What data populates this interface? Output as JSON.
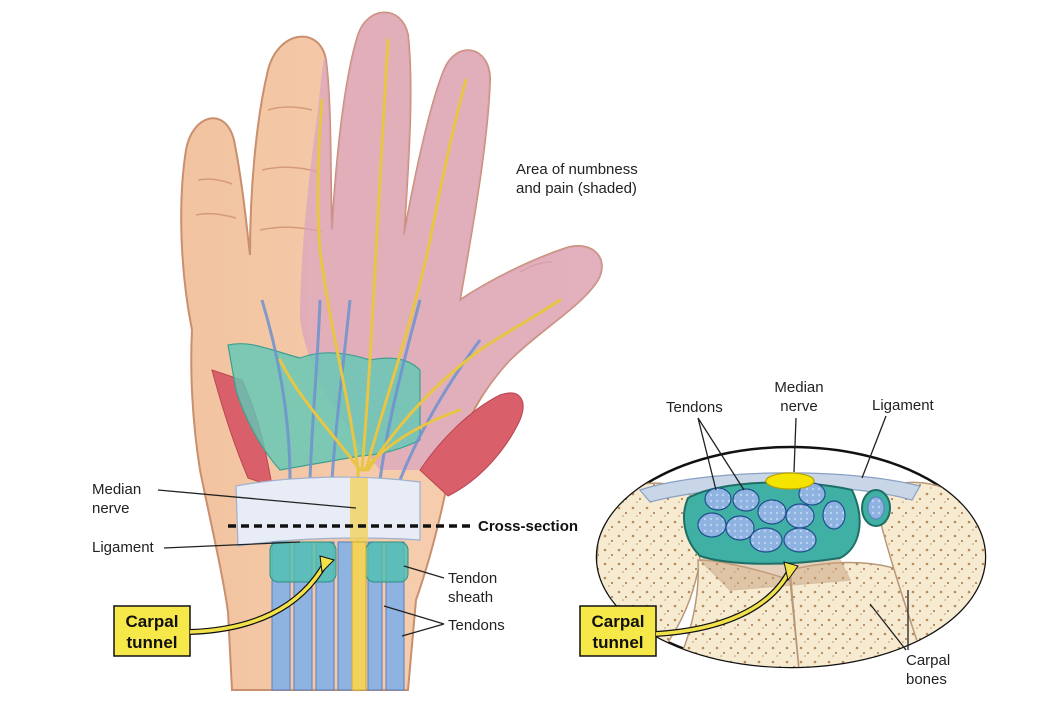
{
  "labels": {
    "numbness_line1": "Area of numbness",
    "numbness_line2": "and pain (shaded)",
    "median_nerve_left_line1": "Median",
    "median_nerve_left_line2": "nerve",
    "ligament_left": "Ligament",
    "cross_section": "Cross-section",
    "tendon_sheath_line1": "Tendon",
    "tendon_sheath_line2": "sheath",
    "tendons_left": "Tendons",
    "carpal_tunnel_left_line1": "Carpal",
    "carpal_tunnel_left_line2": "tunnel",
    "tendons_right": "Tendons",
    "median_nerve_right_line1": "Median",
    "median_nerve_right_line2": "nerve",
    "ligament_right": "Ligament",
    "carpal_tunnel_right_line1": "Carpal",
    "carpal_tunnel_right_line2": "tunnel",
    "carpal_bones_line1": "Carpal",
    "carpal_bones_line2": "bones"
  },
  "colors": {
    "skin": "#f4c9a6",
    "skin_edge": "#c98f6e",
    "shaded_area": "#d9a3c0",
    "nerve": "#f2d25c",
    "tendon": "#8fb3e0",
    "sheath": "#4fbfb0",
    "muscle": "#d9606b",
    "bone": "#f6ecd0",
    "callout_box": "#f7e84a",
    "callout_arrow": "#f2e24a"
  }
}
